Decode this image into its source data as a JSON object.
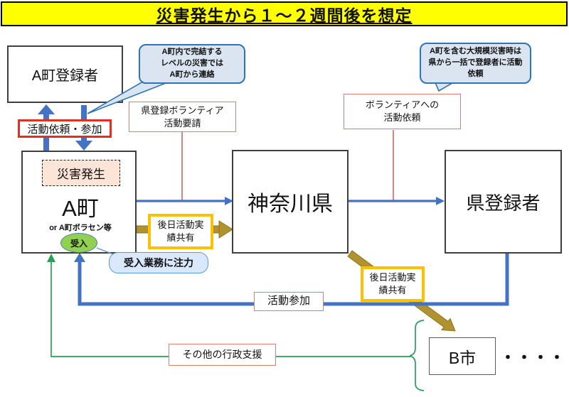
{
  "title": "災害発生から１～２週間後を想定",
  "colors": {
    "title_bg": "#ffff00",
    "arrow_blue": "#4472c4",
    "bubble_fill": "#dbe5f1",
    "bubble_border": "#2e75b6",
    "note_fill": "#dae8fc",
    "note_border": "#5b9bd5",
    "red_strong": "#e03024",
    "red_soft": "#dd7d78",
    "red_line": "#c0504d",
    "yellow_border": "#ffc000",
    "gold_arrow": "#b0922e",
    "green_line": "#2a9e57",
    "ukeire_oval_fill": "#92d050",
    "saigai_fill": "#fce4d6"
  },
  "bubbles": {
    "local_note": "A町内で完結する\nレベルの災害では\nA町から連絡",
    "pref_note": "A町を含む大規模災害時は\n県から一括で登録者に活動\n依頼",
    "ukeire_note": "受入業務に注力"
  },
  "nodes": {
    "a_cho_tourokusha": "A町登録者",
    "saigai_hassei": "災害発生",
    "a_cho": "A町",
    "a_cho_sub": "or A町ボラセン等",
    "ukeire": "受入",
    "kanagawa": "神奈川県",
    "ken_tourokusha": "県登録者",
    "b_shi": "B市",
    "dots": "・・・・"
  },
  "labels": {
    "katsudo_irai_sanka": "活動依頼・参加",
    "ken_touroku_yousei": "県登録ボランティア\n活動要請",
    "volunteer_irai": "ボランティアへの\n活動依頼",
    "jisseki_kyoyu_1": "後日活動実\n績共有",
    "jisseki_kyoyu_2": "後日活動実\n績共有",
    "katsudo_sanka": "活動参加",
    "sonota_shien": "その他の行政支援"
  }
}
